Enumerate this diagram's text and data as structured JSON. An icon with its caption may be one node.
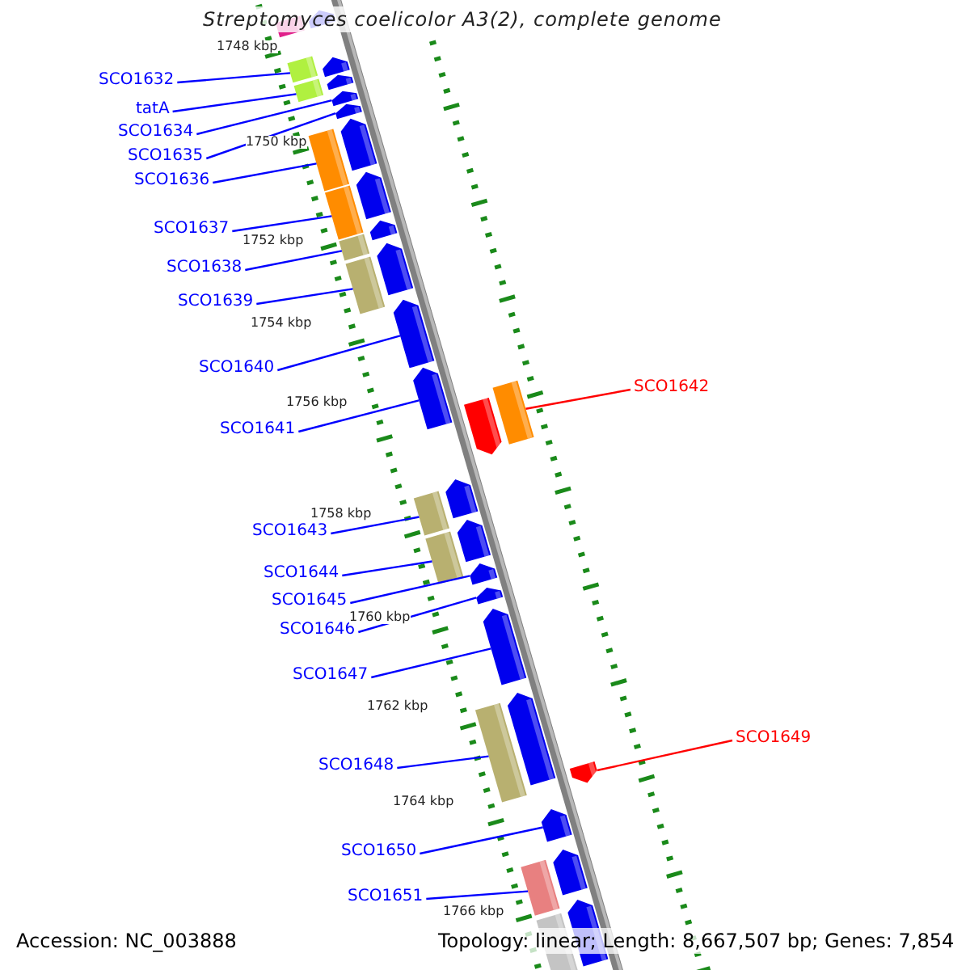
{
  "diagram": {
    "title": "Streptomyces coelicolor A3(2), complete genome",
    "nodes": [
      {
        "text": [
          "SCO1632"
        ]
      },
      {
        "text": [
          "tatA"
        ]
      },
      {
        "text": [
          "SCO1634"
        ]
      },
      {
        "text": [
          "SCO1635"
        ]
      },
      {
        "text": [
          "SCO1636"
        ]
      },
      {
        "text": [
          "SCO1637"
        ]
      },
      {
        "text": [
          "SCO1638"
        ]
      },
      {
        "text": [
          "SCO1639"
        ]
      },
      {
        "text": [
          "SCO1640"
        ]
      },
      {
        "text": [
          "SCO1641"
        ]
      },
      {
        "text": [
          "SCO1642"
        ]
      },
      {
        "text": [
          "SCO1643"
        ]
      },
      {
        "text": [
          "SCO1644"
        ]
      },
      {
        "text": [
          "SCO1645"
        ]
      },
      {
        "text": [
          "SCO1646"
        ]
      },
      {
        "text": [
          "SCO1647"
        ]
      },
      {
        "text": [
          "SCO1648"
        ]
      },
      {
        "text": [
          "SCO1649"
        ]
      },
      {
        "text": [
          "SCO1650"
        ]
      },
      {
        "text": [
          "SCO1651"
        ]
      },
      {
        "text": [],
        "shape": "box"
      },
      {
        "text": [],
        "shape": "arrow"
      },
      {
        "text": [],
        "shape": "box"
      },
      {
        "text": [],
        "shape": "arrow"
      },
      {
        "text": [],
        "shape": "arrow"
      },
      {
        "text": [],
        "shape": "box"
      },
      {
        "text": [],
        "shape": "arrow"
      },
      {
        "text": [],
        "shape": "arrow"
      },
      {
        "text": [],
        "shape": "arrow"
      },
      {
        "text": [],
        "shape": "box"
      },
      {
        "text": [],
        "shape": "arrow"
      },
      {
        "text": [],
        "shape": "box"
      },
      {
        "text": [],
        "shape": "arrow"
      },
      {
        "text": [],
        "shape": "box"
      },
      {
        "text": [],
        "shape": "arrow"
      },
      {
        "text": [],
        "shape": "box"
      },
      {
        "text": [],
        "shape": "arrow"
      },
      {
        "text": [],
        "shape": "arrow"
      },
      {
        "text": [],
        "shape": "box"
      },
      {
        "text": [],
        "shape": "arrow"
      },
      {
        "text": [],
        "shape": "arrow"
      },
      {
        "text": [],
        "shape": "box"
      },
      {
        "text": [],
        "shape": "arrow"
      },
      {
        "text": [],
        "shape": "box"
      },
      {
        "text": [],
        "shape": "arrow"
      },
      {
        "text": [],
        "shape": "arrow"
      },
      {
        "text": [],
        "shape": "arrow"
      },
      {
        "text": [],
        "shape": "arrow"
      },
      {
        "text": [],
        "shape": "box"
      },
      {
        "text": [],
        "shape": "arrow"
      },
      {
        "text": [],
        "shape": "arrow"
      },
      {
        "text": [],
        "shape": "arrow"
      },
      {
        "text": [],
        "shape": "box"
      },
      {
        "text": [],
        "shape": "arrow"
      },
      {
        "text": [],
        "shape": "box"
      }
    ],
    "edges": [
      {
        "from": 0,
        "to": 22,
        "arrow": "none"
      },
      {
        "from": 1,
        "to": 25,
        "arrow": "none"
      },
      {
        "from": 2,
        "to": 26,
        "arrow": "none"
      },
      {
        "from": 3,
        "to": 27,
        "arrow": "none"
      },
      {
        "from": 4,
        "to": 29,
        "arrow": "none"
      },
      {
        "from": 5,
        "to": 31,
        "arrow": "none"
      },
      {
        "from": 6,
        "to": 33,
        "arrow": "none"
      },
      {
        "from": 7,
        "to": 35,
        "arrow": "none"
      },
      {
        "from": 8,
        "to": 36,
        "arrow": "none"
      },
      {
        "from": 9,
        "to": 37,
        "arrow": "none"
      },
      {
        "from": 10,
        "to": 38,
        "arrow": "none",
        "color": "#ff0000"
      },
      {
        "from": 11,
        "to": 41,
        "arrow": "none"
      },
      {
        "from": 12,
        "to": 43,
        "arrow": "none"
      },
      {
        "from": 13,
        "to": 44,
        "arrow": "none"
      },
      {
        "from": 14,
        "to": 45,
        "arrow": "none"
      },
      {
        "from": 15,
        "to": 46,
        "arrow": "none"
      },
      {
        "from": 16,
        "to": 48,
        "arrow": "none"
      },
      {
        "from": 17,
        "to": 49,
        "arrow": "none",
        "color": "#ff0000"
      },
      {
        "from": 18,
        "to": 50,
        "arrow": "none"
      },
      {
        "from": 19,
        "to": 52,
        "arrow": "none"
      }
    ],
    "labels": [
      "1748 kbp",
      "1750 kbp",
      "1752 kbp",
      "1754 kbp",
      "1756 kbp",
      "1758 kbp",
      "1760 kbp",
      "1762 kbp",
      "1764 kbp",
      "1766 kbp",
      "Accession: NC_003888",
      "Topology: linear; Length: 8,667,507 bp; Genes: 7,854"
    ]
  }
}
